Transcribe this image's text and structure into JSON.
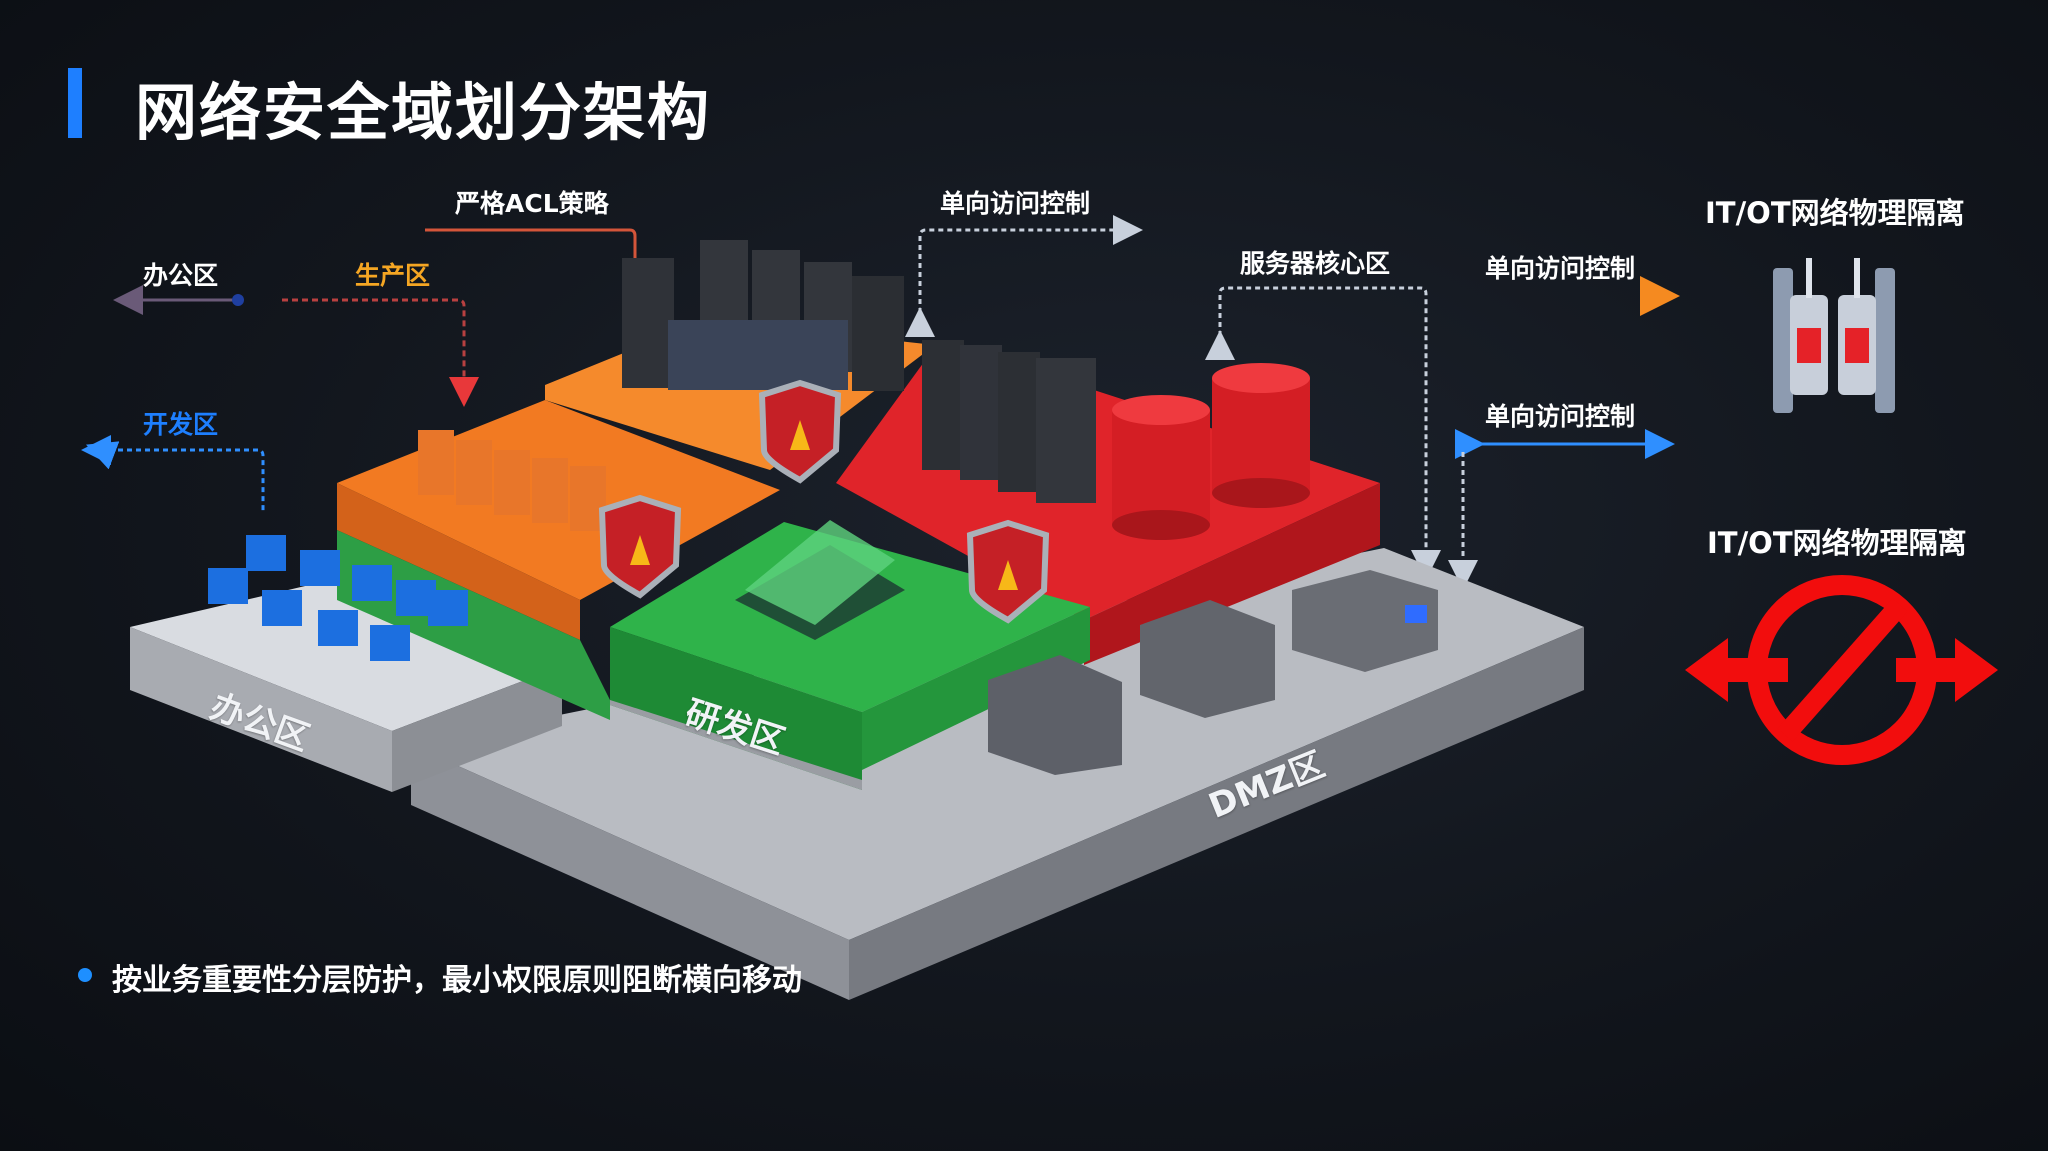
{
  "title": "网络安全域划分架构",
  "annotations": {
    "acl": "严格ACL策略",
    "oneway_top": "单向访问控制",
    "office": "办公区",
    "production": "生产区",
    "dev": "开发区",
    "server_core": "服务器核心区",
    "oneway_right1": "单向访问控制",
    "oneway_right2": "单向访问控制",
    "isolation1": "IT/OT网络物理隔离",
    "isolation2": "IT/OT网络物理隔离"
  },
  "zones": {
    "office": "办公区",
    "rnd": "研发区",
    "dmz": "DMZ区"
  },
  "bullet": "按业务重要性分层防护，最小权限原则阻断横向移动",
  "colors": {
    "accent": "#1e7fff",
    "production": "#f5a623",
    "orange_zone": "#f07a22",
    "red_zone": "#e0242a",
    "green_zone": "#2fb34a",
    "gray_zone": "#b9bcc2"
  }
}
